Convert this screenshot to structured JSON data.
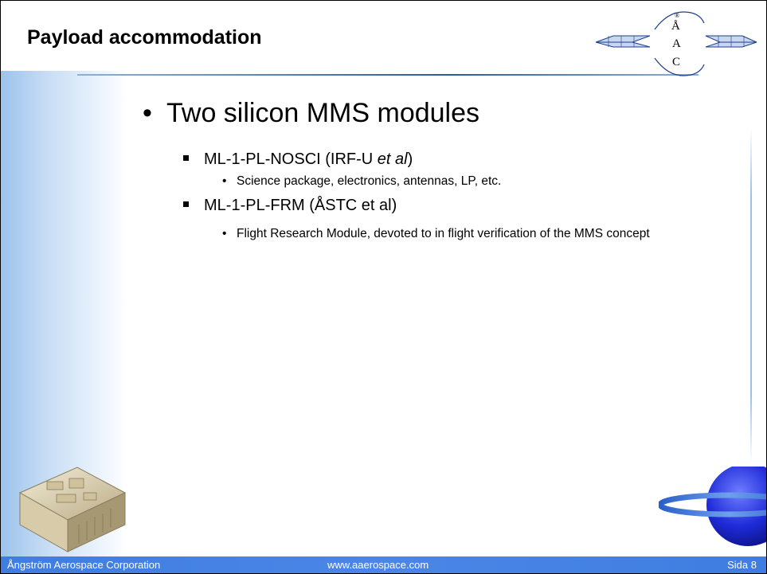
{
  "slide": {
    "title": "Payload accommodation",
    "logo": {
      "letters": [
        "Å",
        "A",
        "C"
      ],
      "registered": "®"
    },
    "bullets": {
      "level1": "Two silicon MMS modules",
      "items": [
        {
          "label_main": "ML-1-PL-NOSCI (IRF-U ",
          "label_italic": "et al",
          "label_end": ")",
          "sub": "Science package, electronics, antennas, LP, etc."
        },
        {
          "label_main": "ML-1-PL-FRM (ÅSTC et al)",
          "label_italic": "",
          "label_end": "",
          "sub": "Flight Research Module, devoted to in flight verification of the MMS concept"
        }
      ]
    }
  },
  "footer": {
    "company": "Ångström Aerospace Corporation",
    "website": "www.aaerospace.com",
    "page": "Sida 8"
  },
  "colors": {
    "footer_bg": "#4a86e6",
    "accent": "#2c5aa0"
  }
}
